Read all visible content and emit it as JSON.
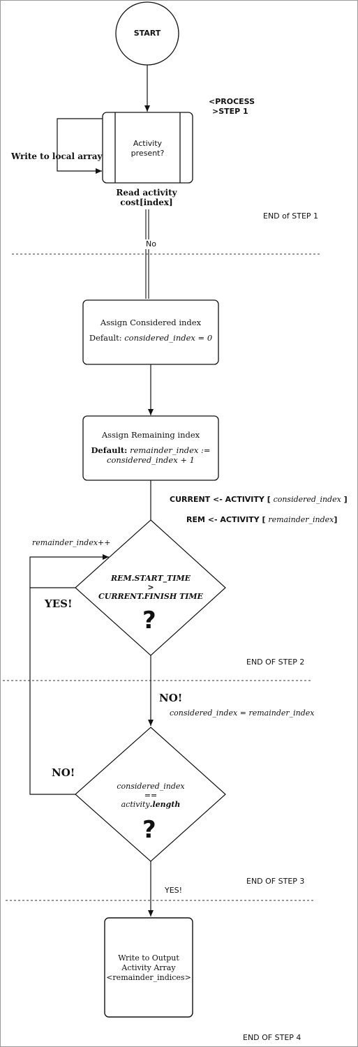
{
  "nodes": {
    "start": "START",
    "activity_check": {
      "line1": "Activity",
      "line2": "present?"
    },
    "read_cost": {
      "line1": "Read activity",
      "line2": "cost[index]"
    },
    "assign_considered": {
      "title": "Assign Considered index",
      "default_label": "Default:",
      "default_expr": "considered_index = 0"
    },
    "assign_remaining": {
      "title": "Assign Remaining index",
      "default_label": "Default:",
      "default_expr_1": "remainder_index :=",
      "default_expr_2": "considered_index + 1"
    },
    "decision_time": {
      "line1": "REM.START_TIME",
      "line2": ">",
      "line3": "CURRENT.FINISH TIME",
      "icon": "?"
    },
    "decision_length": {
      "line1": "considered_index",
      "line2": "==",
      "line3_italic": "activity",
      "line3_bold": ".length",
      "icon": "?"
    },
    "write_output": {
      "line1": "Write to Output",
      "line2": "Activity Array",
      "line3": "<remainder_indices>"
    }
  },
  "labels": {
    "process_step_1": {
      "line1": "<PROCESS",
      "line2": ">STEP  1"
    },
    "write_local": "Write to local array",
    "no_1": "No",
    "current_assign": {
      "lead": "CURRENT <- ACTIVITY [ ",
      "expr": "considered_index",
      "tail": " ]"
    },
    "rem_assign": {
      "lead": "REM <- ACTIVITY [ ",
      "expr": "remainder_index",
      "tail": "]"
    },
    "remainder_inc": "remainder_index++",
    "yes_loop": "YES!",
    "no_2": "NO!",
    "considered_update": "considered_index =  remainder_index",
    "no_3": "NO!",
    "yes_final": "YES!"
  },
  "steps": {
    "end_1": "END of STEP 1",
    "end_2": "END OF STEP 2",
    "end_3": "END OF STEP 3",
    "end_4": "END OF STEP 4"
  }
}
